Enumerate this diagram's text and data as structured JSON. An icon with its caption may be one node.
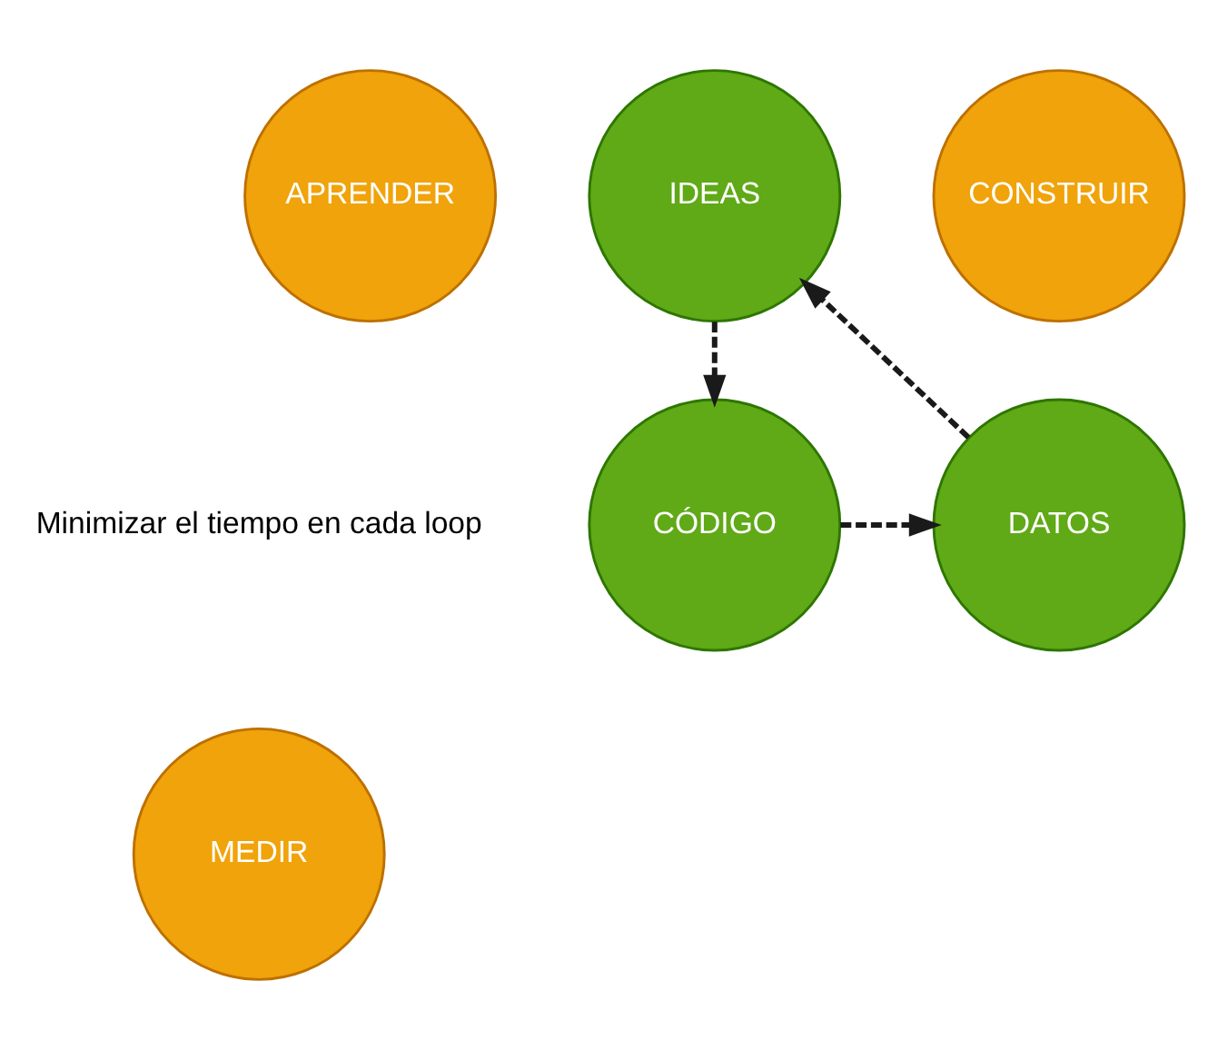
{
  "diagram": {
    "nodes": [
      {
        "text": [
          "IDEAS"
        ]
      },
      {
        "text": [
          "APRENDER"
        ]
      },
      {
        "text": [
          "CONSTRUIR"
        ]
      },
      {
        "text": [
          "DATOS"
        ]
      },
      {
        "text": [
          "CÓDIGO"
        ]
      },
      {
        "text": [
          "MEDIR"
        ]
      }
    ],
    "edges": [
      {
        "from": 0,
        "to": 4,
        "arrow": "to",
        "style": "dashed"
      },
      {
        "from": 4,
        "to": 3,
        "arrow": "to",
        "style": "dashed"
      },
      {
        "from": 3,
        "to": 0,
        "arrow": "to",
        "style": "dashed"
      }
    ],
    "labels": [
      "Minimizar el tiempo en cada loop"
    ]
  }
}
